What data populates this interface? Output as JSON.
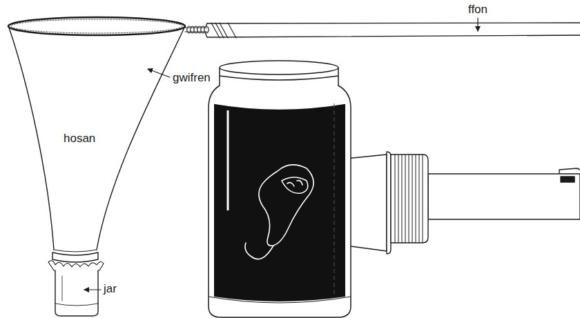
{
  "diagram": {
    "labels": [
      "ffon",
      "gwifren",
      "hosan",
      "jar"
    ]
  }
}
